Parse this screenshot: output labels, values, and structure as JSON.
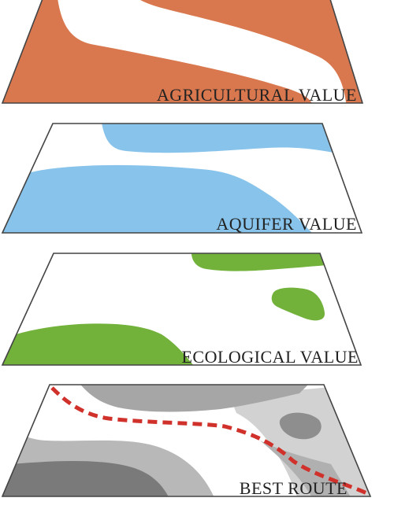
{
  "layers": [
    {
      "label": "AGRICULTURAL VALUE",
      "color": "#D9784E"
    },
    {
      "label": "AQUIFER VALUE",
      "color": "#87C3EA"
    },
    {
      "label": "ECOLOGICAL VALUE",
      "color": "#72B23B"
    },
    {
      "label": "BEST ROUTE",
      "shades": [
        "#7A7A7A",
        "#9A9A9A",
        "#B8B8B8",
        "#D2D2D2"
      ],
      "route_color": "#D0322B"
    }
  ]
}
